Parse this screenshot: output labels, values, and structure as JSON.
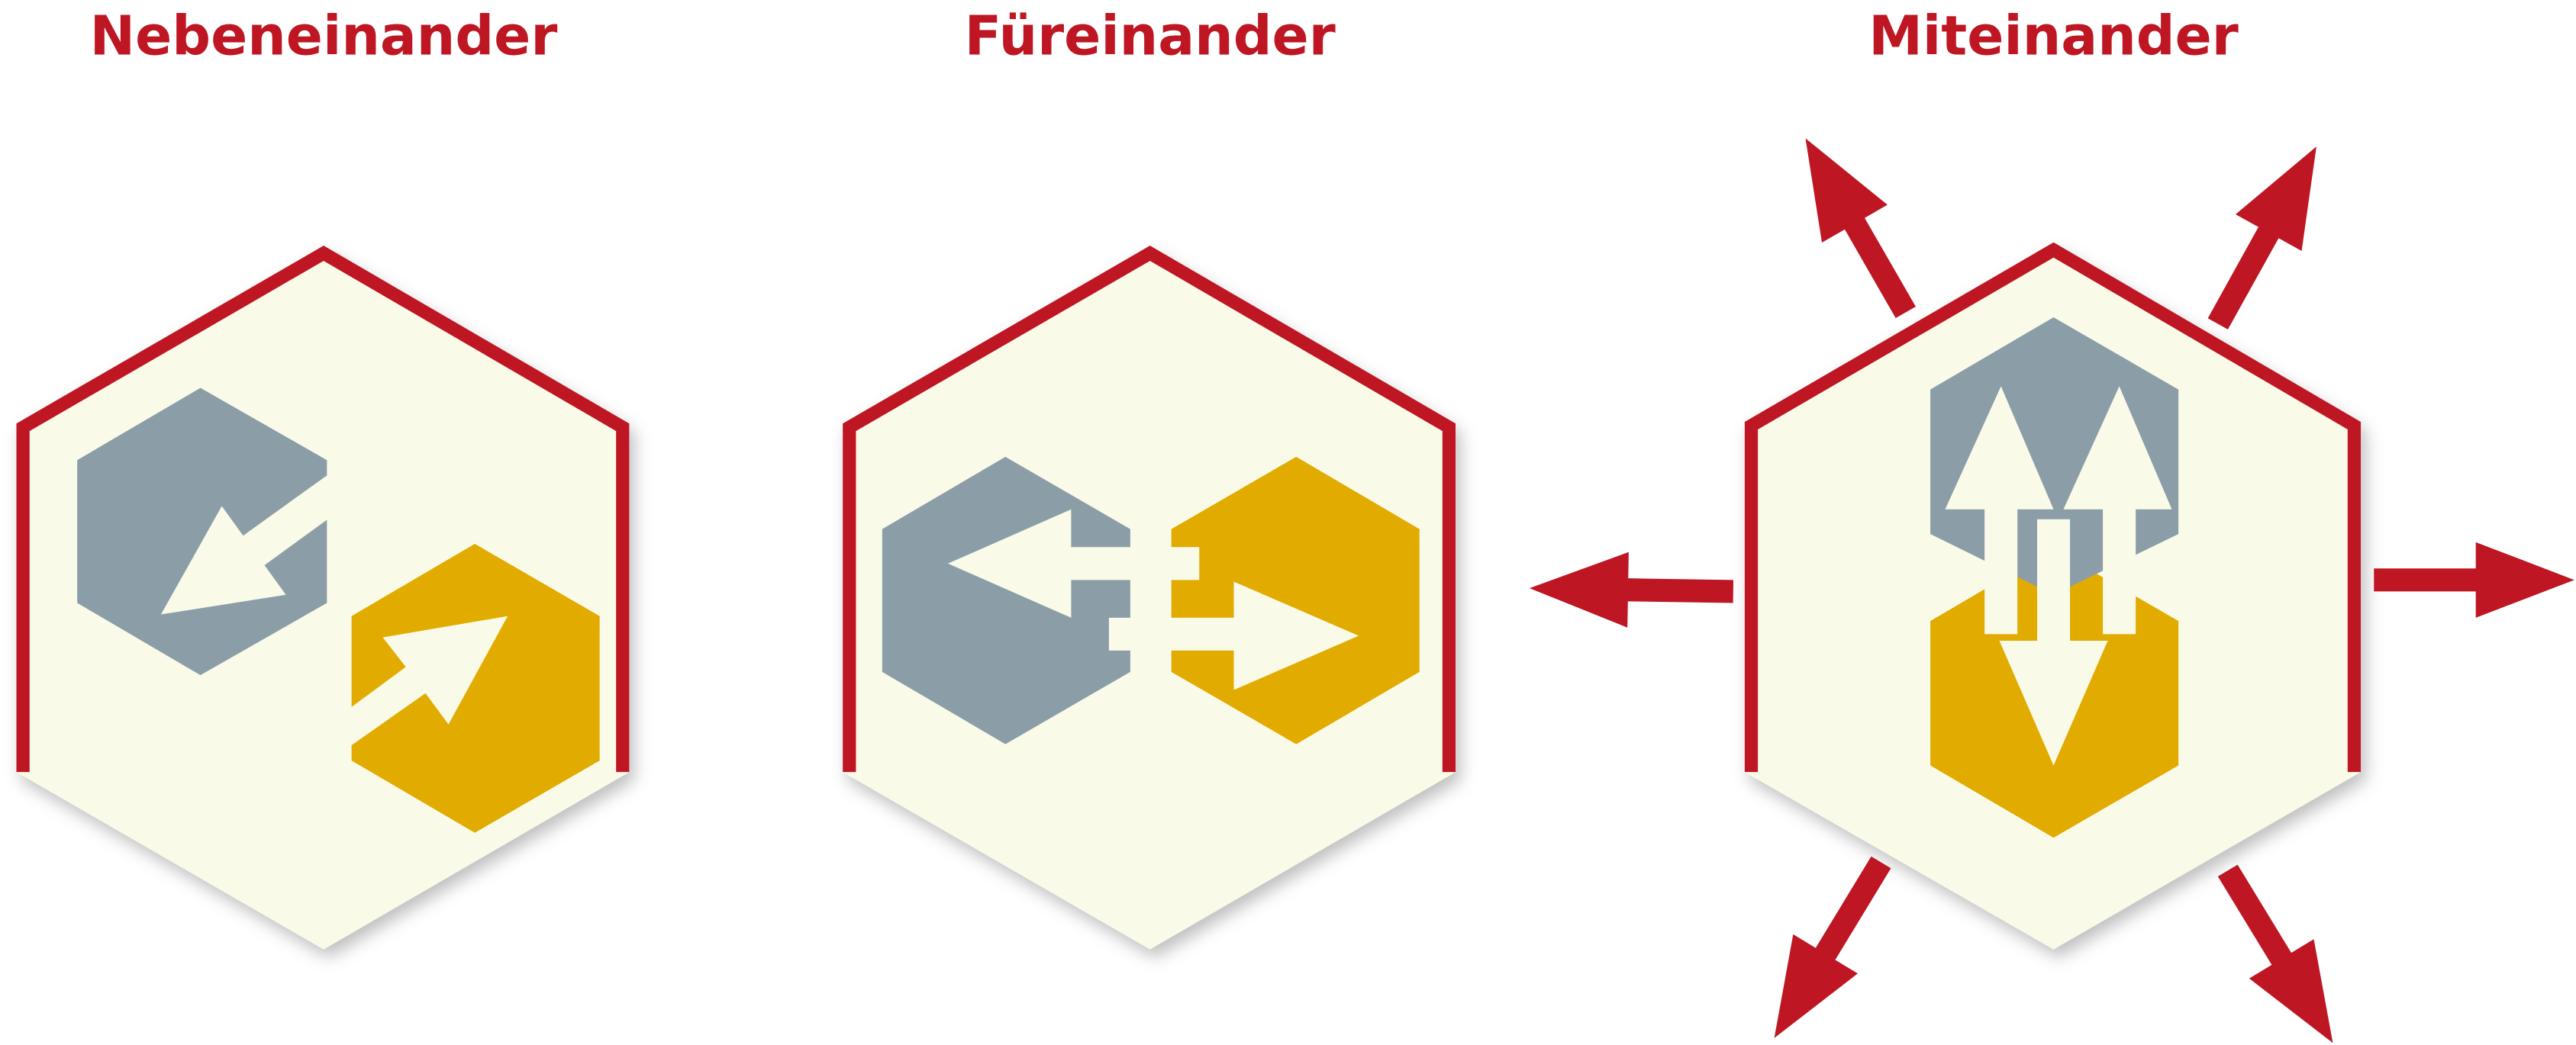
{
  "colors": {
    "red": "#be1622",
    "hex_fill": "#fafae8",
    "grey": "#8b9ea8",
    "gold": "#e1ab00",
    "arrow_white": "#fafae8"
  },
  "panels": [
    {
      "title": "Nebeneinander"
    },
    {
      "title": "Füreinander"
    },
    {
      "title": "Miteinander"
    }
  ]
}
